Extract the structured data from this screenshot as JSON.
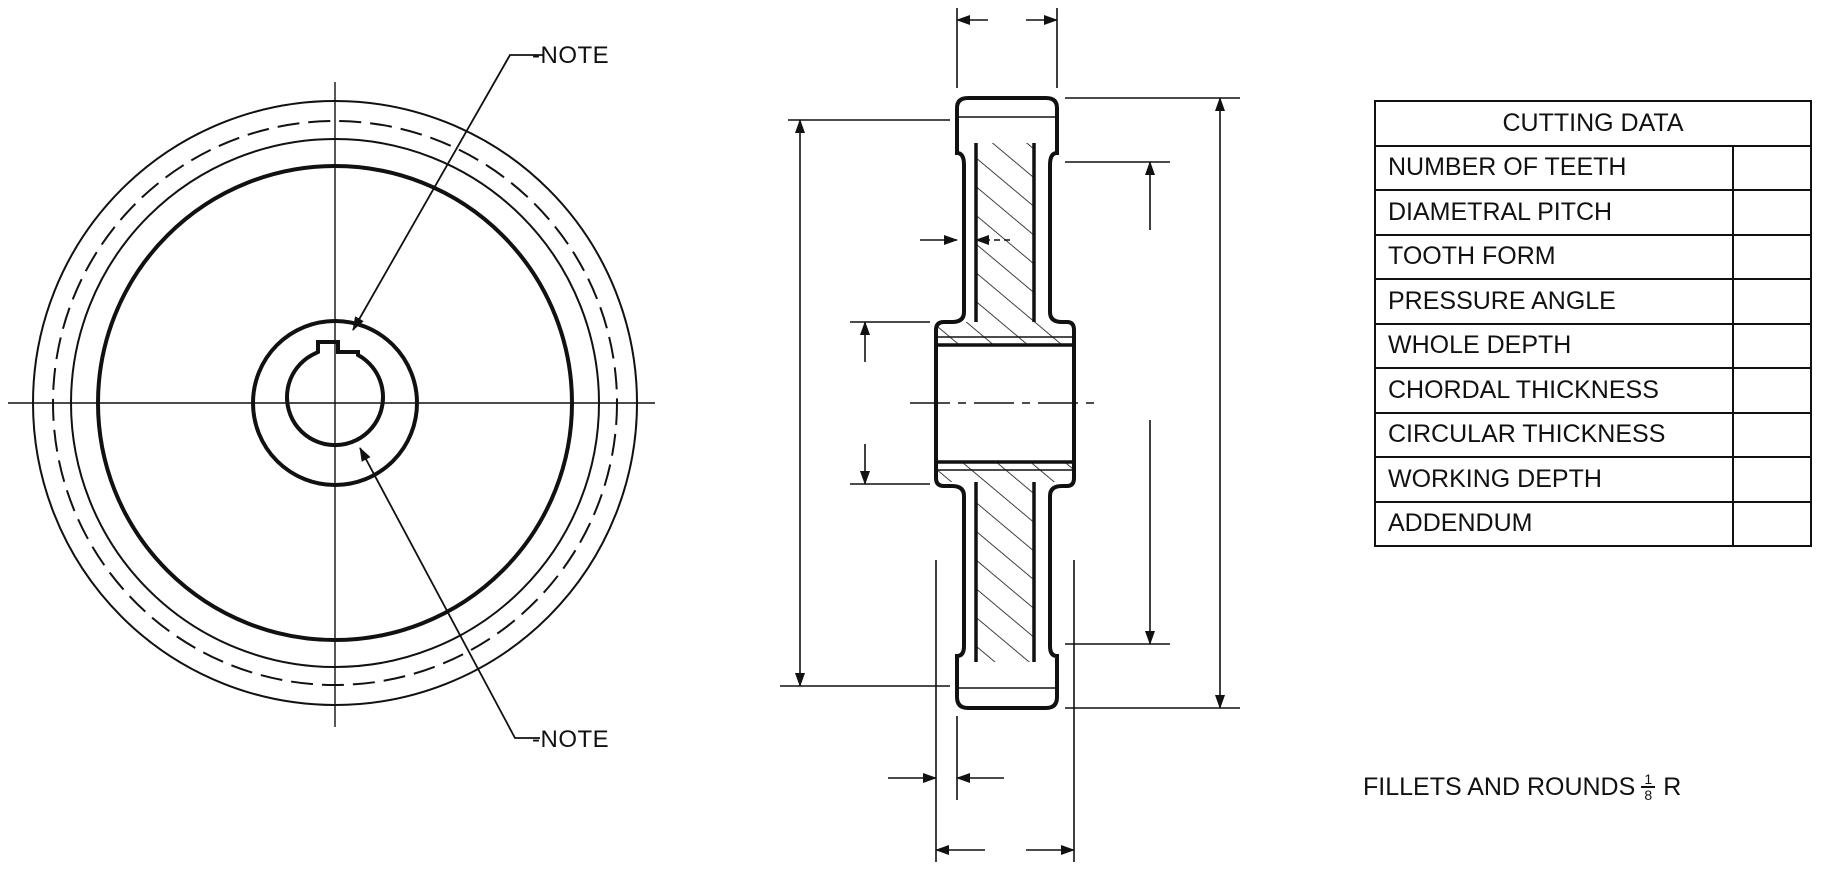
{
  "front_view": {
    "note_top": "-NOTE",
    "note_bottom": "-NOTE"
  },
  "table": {
    "title": "CUTTING DATA",
    "rows": [
      "NUMBER OF TEETH",
      "DIAMETRAL PITCH",
      "TOOTH FORM",
      "PRESSURE ANGLE",
      "WHOLE DEPTH",
      "CHORDAL THICKNESS",
      "CIRCULAR THICKNESS",
      "WORKING DEPTH",
      "ADDENDUM"
    ]
  },
  "footnote": {
    "text": "FILLETS AND ROUNDS",
    "fraction_numerator": "1",
    "fraction_denominator": "8",
    "suffix": "R"
  }
}
